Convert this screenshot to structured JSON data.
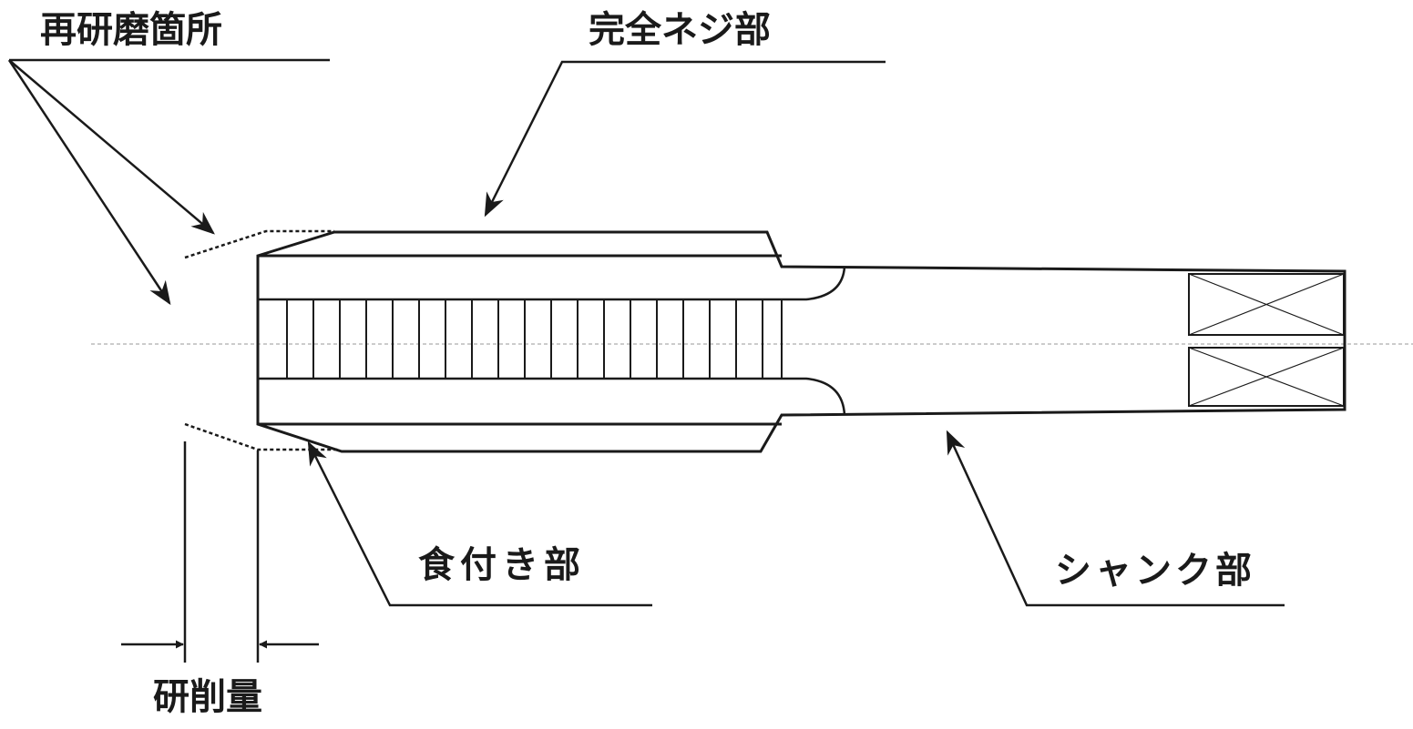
{
  "labels": {
    "regrind_area": "再研磨箇所",
    "full_thread": "完全ネジ部",
    "chamfer": "食付き部",
    "shank": "シャンク部",
    "grinding_amount": "研削量"
  },
  "colors": {
    "line": "#1a1a1a",
    "centerline": "#9a9a9a",
    "background": "#ffffff"
  }
}
